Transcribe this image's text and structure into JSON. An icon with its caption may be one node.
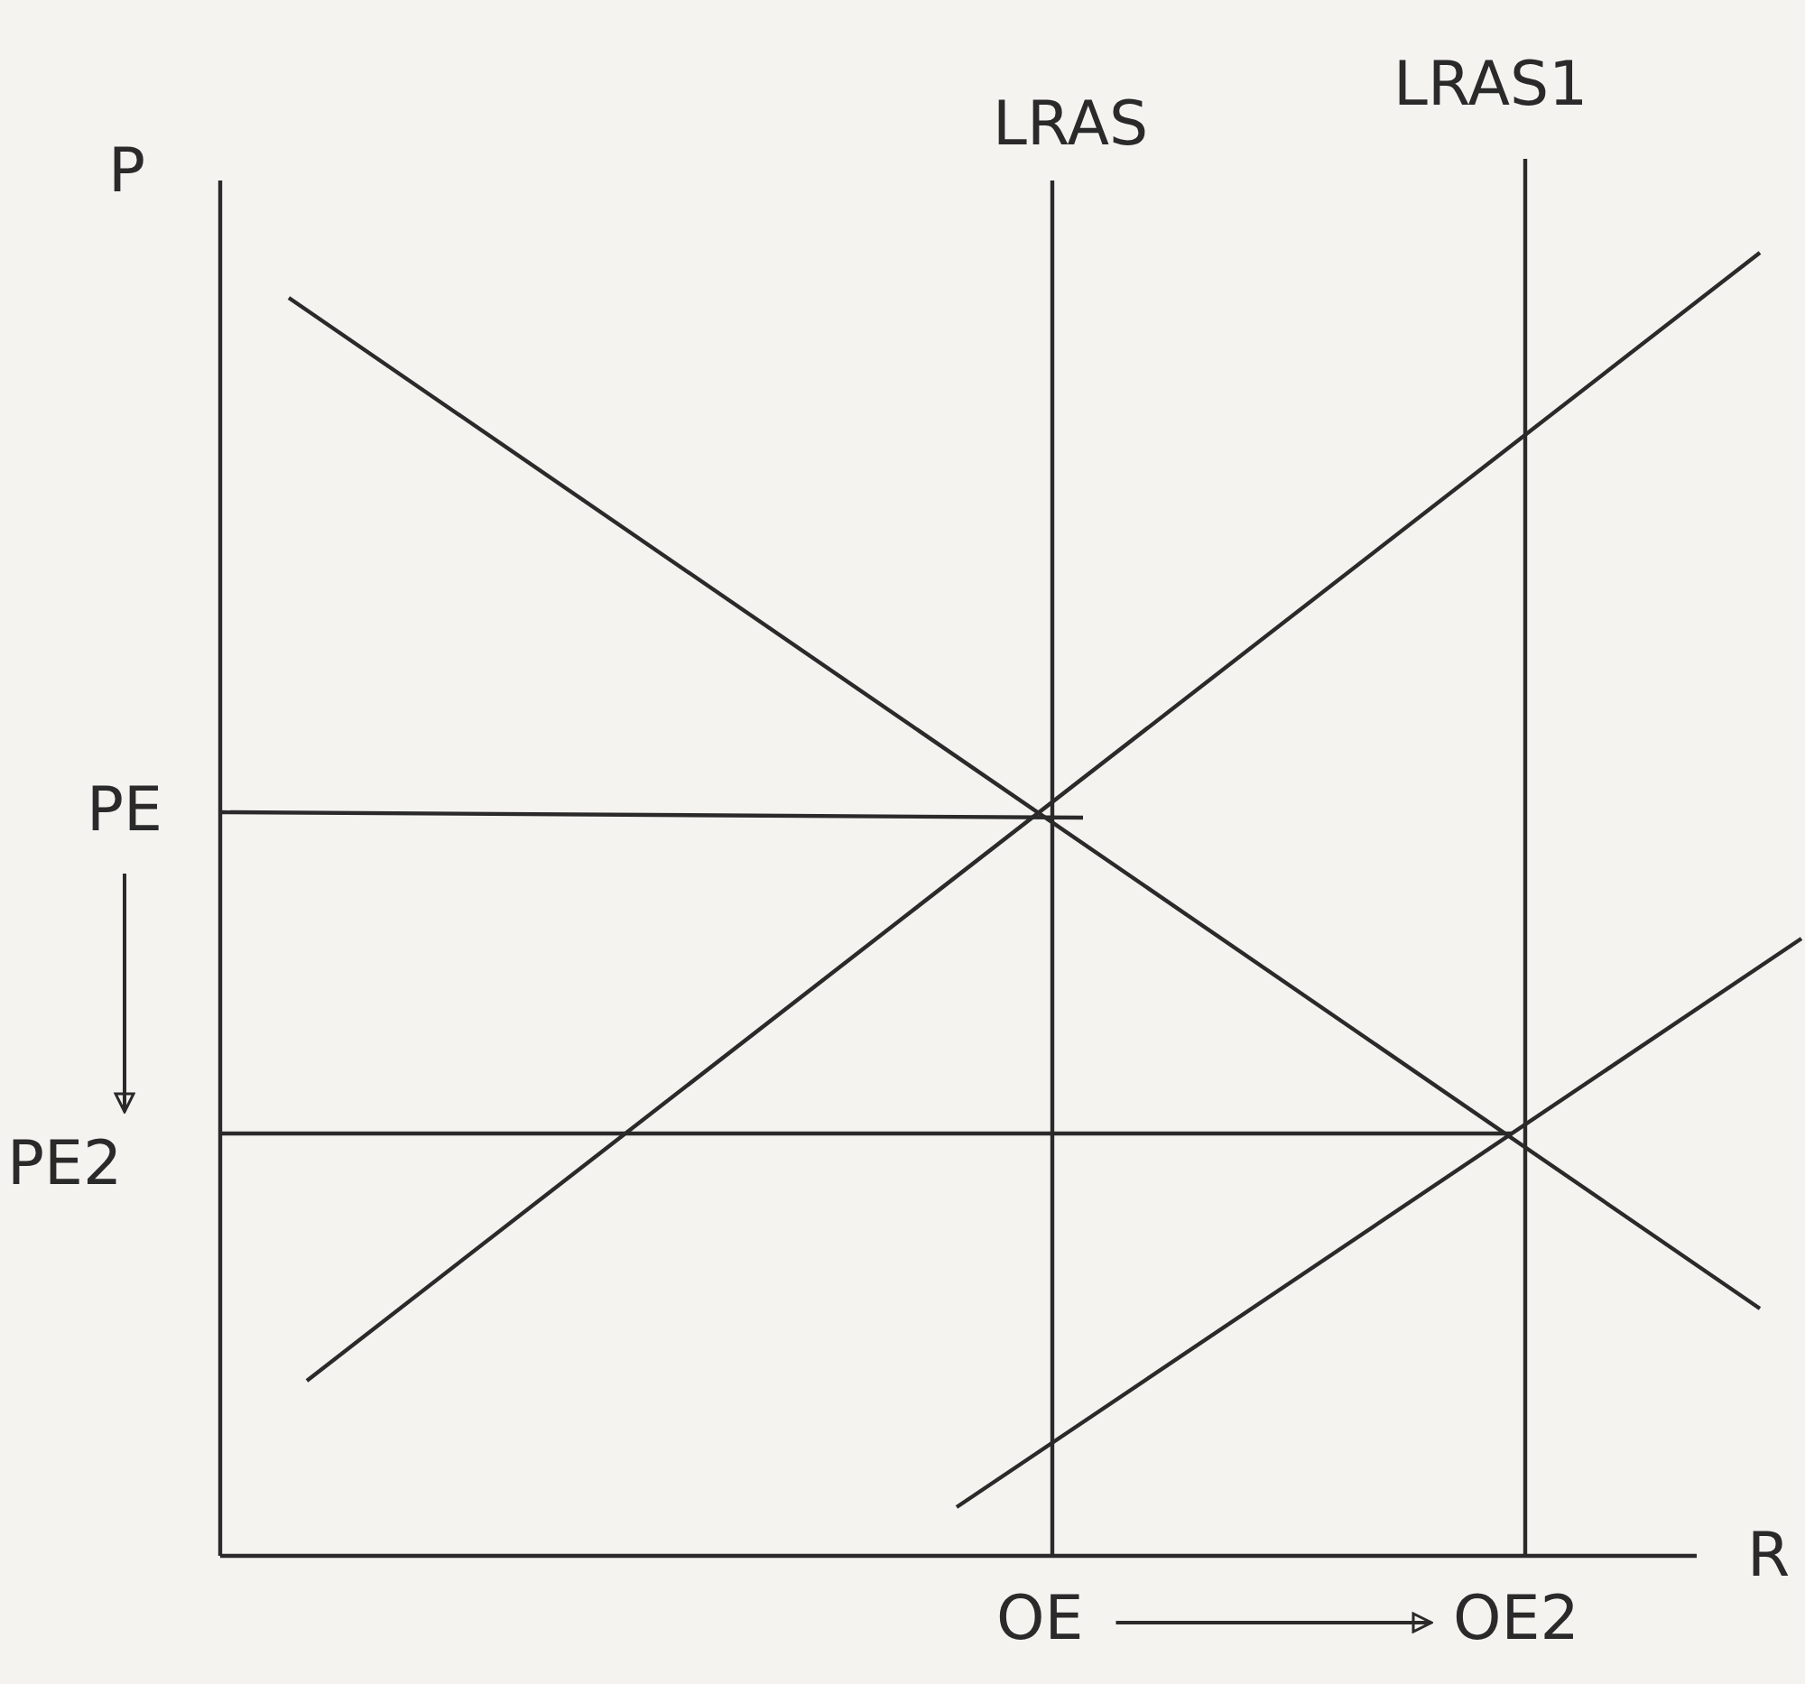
{
  "diagram": {
    "nodes": [
      {
        "text": [
          "PE"
        ]
      },
      {
        "text": [
          "PE2"
        ]
      },
      {
        "text": [
          "OE"
        ]
      },
      {
        "text": [
          "OE2"
        ]
      }
    ],
    "edges": [
      {
        "from": 0,
        "to": 1,
        "arrow": "to"
      },
      {
        "from": 2,
        "to": 3,
        "arrow": "to"
      }
    ],
    "labels": [
      "P",
      "LRAS",
      "LRAS1",
      "R"
    ]
  }
}
